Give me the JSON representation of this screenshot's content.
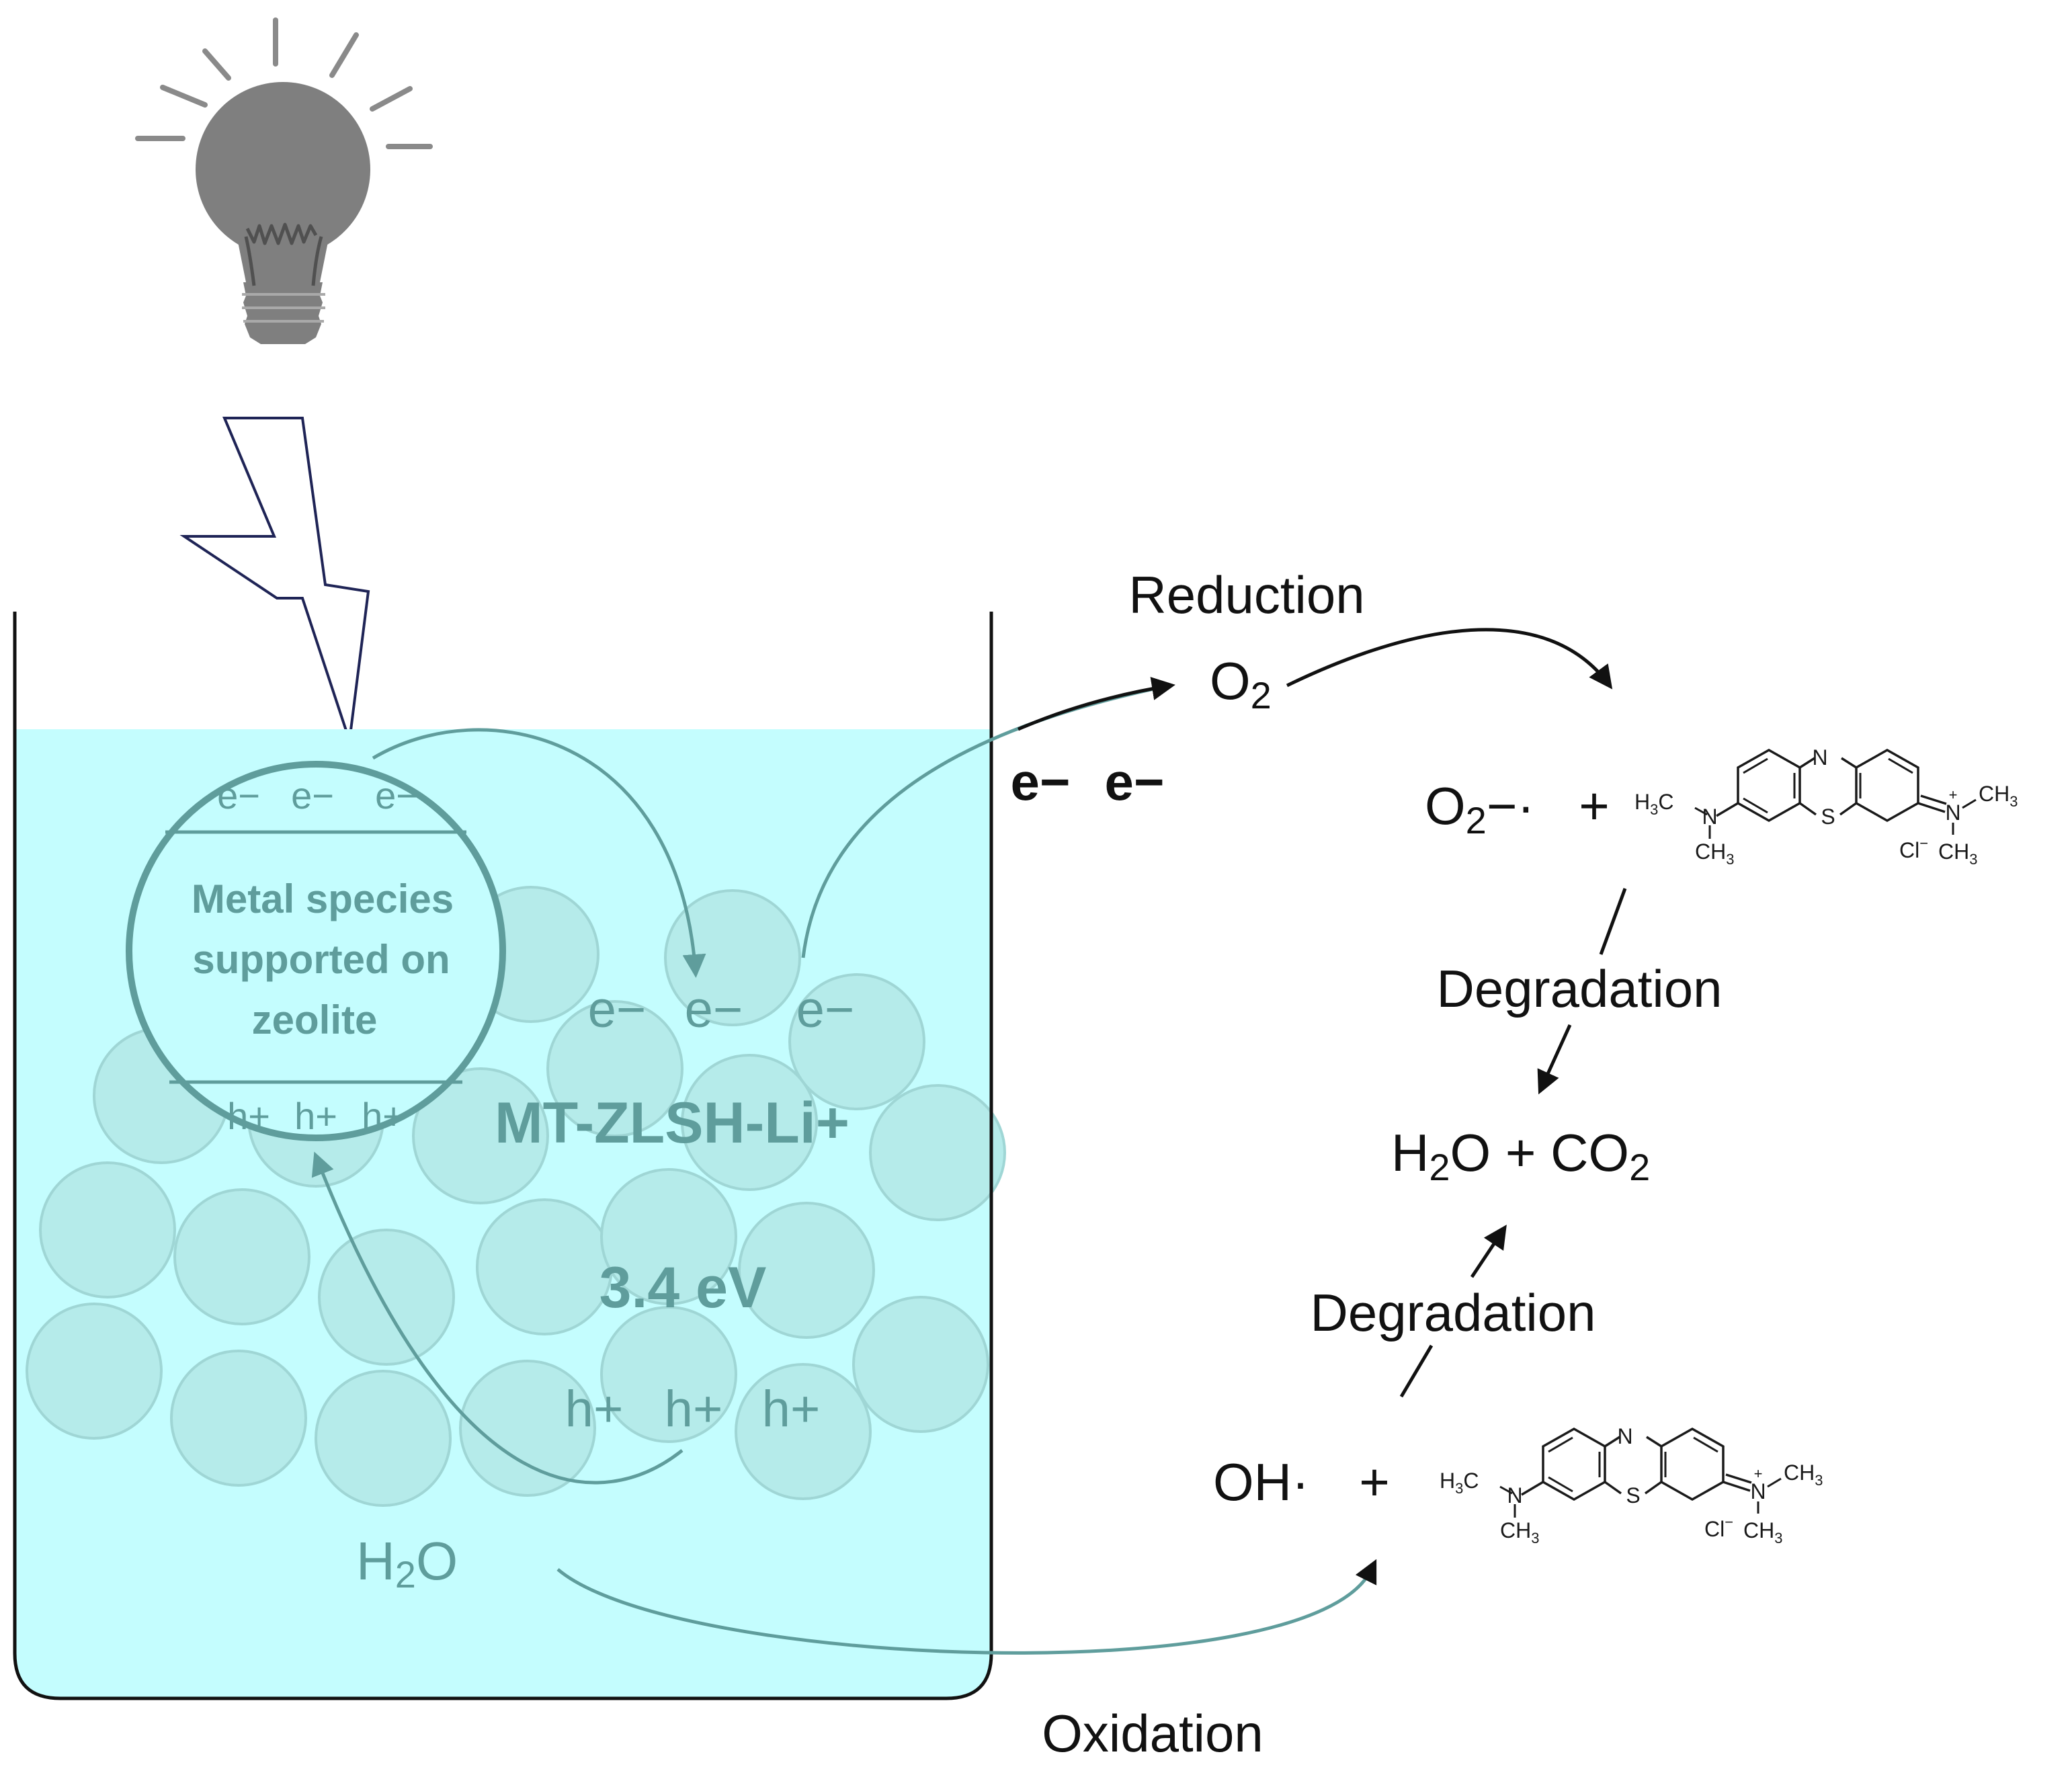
{
  "circle_label": [
    "Metal species",
    "supported on",
    "zeolite"
  ],
  "circle_electrons": [
    "e−",
    "e−",
    "e−"
  ],
  "circle_holes": [
    "h+",
    "h+",
    "h+"
  ],
  "material_name": "MT-ZLSH-Li+",
  "band_gap": "3.4 eV",
  "bulk_electrons": [
    "e−",
    "e−",
    "e−"
  ],
  "bulk_holes": [
    "h+",
    "h+",
    "h+"
  ],
  "transfer_electrons": [
    "e−",
    "e−"
  ],
  "water": {
    "main": "H",
    "sub": "2",
    "tail": "O"
  },
  "reduction": {
    "label": "Reduction",
    "reactant": {
      "main": "O",
      "sub": "2"
    },
    "product": {
      "main": "O",
      "sub": "2",
      "tail": "−·"
    },
    "plus": "+"
  },
  "oxidation": {
    "label": "Oxidation",
    "product": "OH·",
    "plus": "+"
  },
  "degradation_label": "Degradation",
  "final_products": {
    "a": "H",
    "a_sub": "2",
    "b": "O + CO",
    "b_sub": "2"
  },
  "dye": {
    "n_ring": "N",
    "s_ring": "S",
    "n_left": "N",
    "n_right": "N",
    "h3c_main": "H",
    "h3c_sub": "3",
    "h3c_tail": "C",
    "ch3": "CH",
    "ch3_sub": "3",
    "plus_charge": "+",
    "chloride": "Cl",
    "chloride_charge": "−"
  },
  "colors": {
    "water_fill": "#c4fdfe",
    "particle_fill": "#b5ebea",
    "teal_text": "#5f9d9c",
    "bulb_gray": "#7f7f7f",
    "bolt_stroke": "#1f2456"
  },
  "icons": [
    "light-bulb-icon",
    "lightning-bolt-icon"
  ]
}
